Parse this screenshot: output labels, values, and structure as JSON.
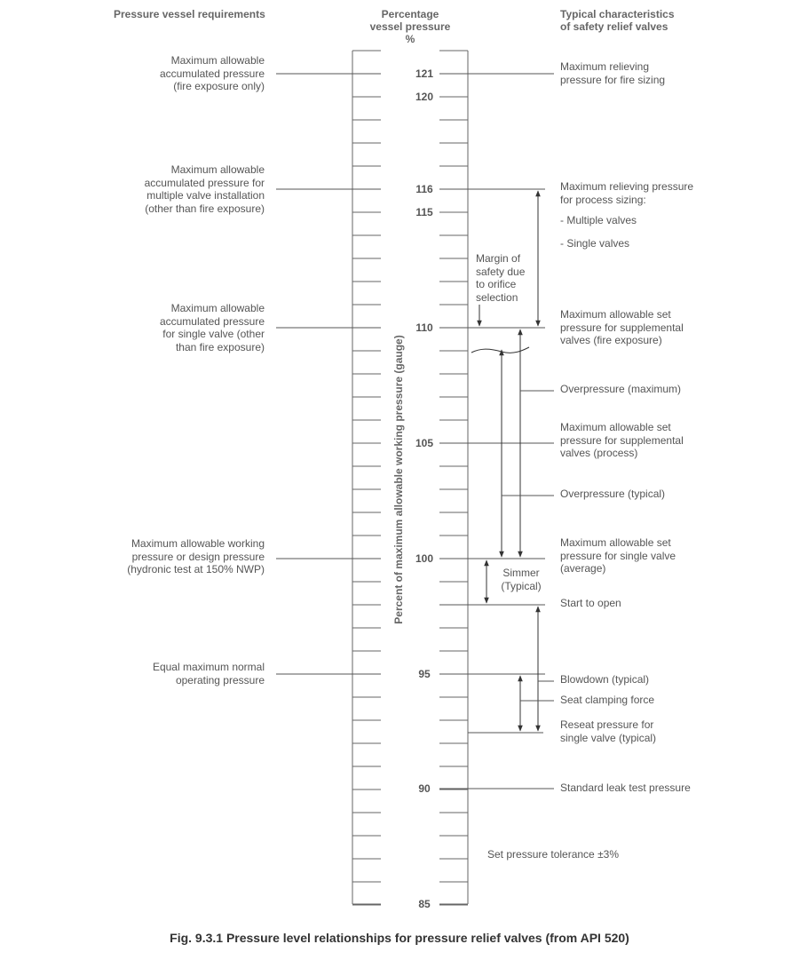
{
  "headers": {
    "left": "Pressure vessel requirements",
    "center_line1": "Percentage",
    "center_line2": "vessel pressure",
    "center_line3": "%",
    "right_line1": "Typical characteristics",
    "right_line2": "of safety relief valves"
  },
  "axis_label": "Percent of maximum allowable working pressure (gauge)",
  "scale_labels": [
    "121",
    "120",
    "116",
    "115",
    "110",
    "105",
    "100",
    "95",
    "90",
    "85"
  ],
  "left_items": [
    [
      "Maximum allowable",
      "accumulated pressure",
      "(fire exposure only)"
    ],
    [
      "Maximum allowable",
      "accumulated pressure for",
      "multiple valve installation",
      "(other than fire exposure)"
    ],
    [
      "Maximum allowable",
      "accumulated pressure",
      "for single valve (other",
      "than fire exposure)"
    ],
    [
      "Maximum allowable working",
      "pressure or design pressure",
      "(hydronic test at 150% NWP)"
    ],
    [
      "Equal maximum normal",
      "operating pressure"
    ]
  ],
  "right_items": [
    [
      "Maximum relieving",
      "pressure for fire sizing"
    ],
    [
      "Maximum relieving pressure",
      "for process sizing:"
    ],
    [
      "-   Multiple valves"
    ],
    [
      "-   Single valves"
    ],
    [
      "Maximum allowable set",
      "pressure for supplemental",
      "valves (fire exposure)"
    ],
    [
      "Overpressure (maximum)"
    ],
    [
      "Maximum allowable set",
      "pressure for supplemental",
      "valves (process)"
    ],
    [
      "Overpressure (typical)"
    ],
    [
      "Maximum allowable set",
      "pressure for single valve",
      "(average)"
    ],
    [
      "Start to open"
    ],
    [
      "Blowdown (typical)"
    ],
    [
      "Seat clamping force"
    ],
    [
      "Reseat pressure for",
      "single valve (typical)"
    ],
    [
      "Standard leak test pressure"
    ]
  ],
  "annotations": {
    "margin": [
      "Margin of",
      "safety due",
      "to orifice",
      "selection"
    ],
    "simmer": [
      "Simmer",
      "(Typical)"
    ],
    "tolerance": "Set pressure tolerance ±3%"
  },
  "caption": "Fig. 9.3.1 Pressure level relationships for pressure relief valves (from API 520)"
}
